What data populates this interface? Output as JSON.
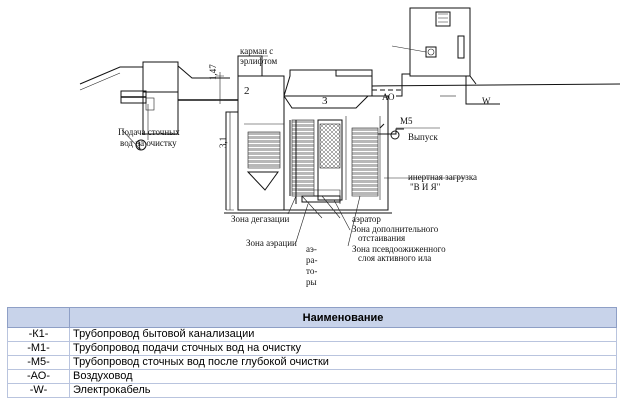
{
  "diagram": {
    "callouts": [
      "1",
      "2",
      "3"
    ],
    "levels": [
      "1,47",
      "3,1"
    ],
    "labels": {
      "inlet_line1": "Подача сточных",
      "inlet_line2": "вод на очистку",
      "pocket_line1": "карман с",
      "pocket_line2": "эрлифтом",
      "ao": "АО",
      "m5": "М5",
      "outlet": "Выпуск",
      "w": "W",
      "load_line1": "инертная загрузка",
      "load_line2": "\"В И Я\"",
      "degas": "Зона дегазации",
      "aerator": "аэратор",
      "aeration": "Зона аэрации",
      "aerators": [
        "аэ-",
        "ра-",
        "то-",
        "ры"
      ],
      "settling_line1": "Зона дополнительного",
      "settling_line2": "отстаивания",
      "sludge_line1": "Зона псевдоожиженного",
      "sludge_line2": "слоя активного ила"
    }
  },
  "legend": {
    "header": "Наименование",
    "rows": [
      {
        "code": "-К1-",
        "name": "Трубопровод бытовой канализации"
      },
      {
        "code": "-М1-",
        "name": "Трубопровод подачи сточных вод на очистку"
      },
      {
        "code": "-М5-",
        "name": "Трубопровод сточных вод после глубокой очистки"
      },
      {
        "code": "-АО-",
        "name": "Воздуховод"
      },
      {
        "code": "-W-",
        "name": "Электрокабель"
      }
    ]
  }
}
